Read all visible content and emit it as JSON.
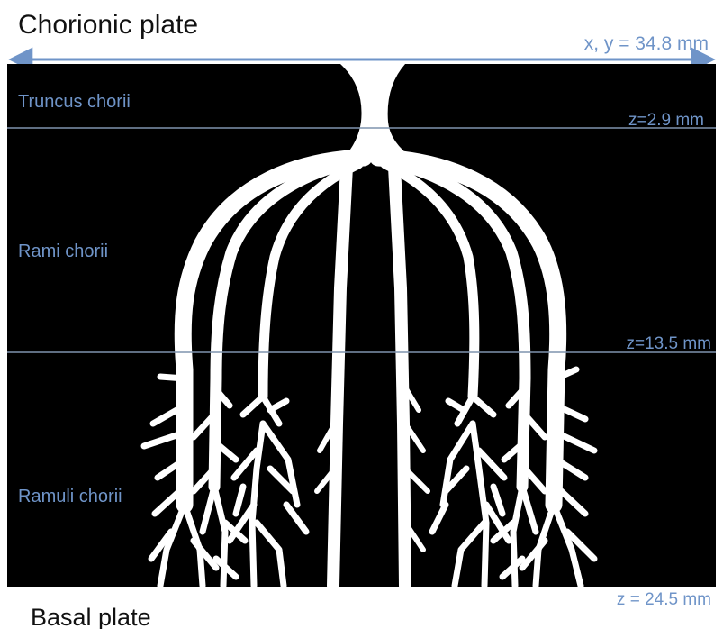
{
  "title_top": "Chorionic plate",
  "title_bottom": "Basal plate",
  "dimension_xy": "x, y = 34.8 mm",
  "zone_labels": {
    "truncus": "Truncus chorii",
    "rami": "Rami chorii",
    "ramuli": "Ramuli chorii"
  },
  "depth_labels": {
    "z1": "z=2.9 mm",
    "z2": "z=13.5 mm",
    "z3": "z = 24.5 mm"
  },
  "colors": {
    "background": "#000000",
    "vessel": "#ffffff",
    "accent": "#6f94c8",
    "divider": "#7f93ad"
  }
}
